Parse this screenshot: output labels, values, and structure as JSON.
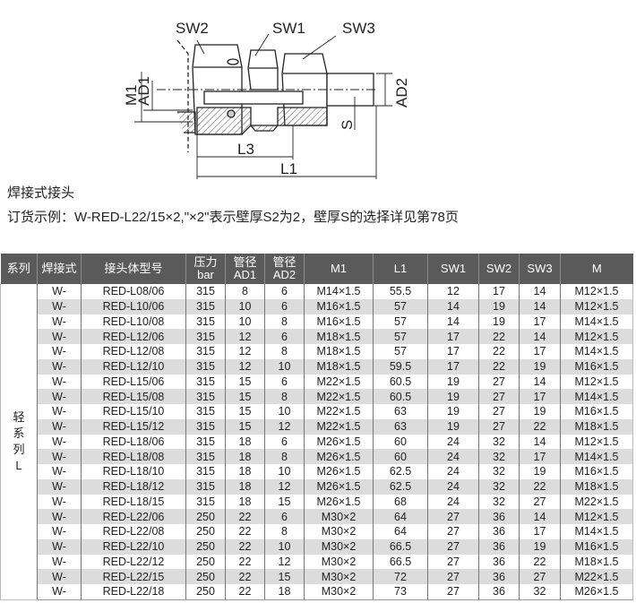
{
  "diagram": {
    "labels": {
      "sw1": "SW1",
      "sw2": "SW2",
      "sw3": "SW3",
      "m1": "M1",
      "ad1": "AD1",
      "ad2": "AD2",
      "s": "S",
      "l1": "L1",
      "l3": "L3"
    }
  },
  "title": "焊接式接头",
  "order_example": "订货示例：W-RED-L22/15×2,\"×2\"表示壁厚S2为2，壁厚S的选择详见第78页",
  "table": {
    "headers": {
      "series": "系列",
      "weld": "焊接式",
      "model": "接头体型号",
      "pressure_1": "压力",
      "pressure_2": "bar",
      "ad1_1": "管径",
      "ad1_2": "AD1",
      "ad2_1": "管径",
      "ad2_2": "AD2",
      "m1": "M1",
      "l1": "L1",
      "sw1": "SW1",
      "sw2": "SW2",
      "sw3": "SW3",
      "m": "M"
    },
    "series_label": [
      "轻",
      "系",
      "列",
      "L"
    ],
    "rows": [
      [
        "W-",
        "RED-L08/06",
        "315",
        "8",
        "6",
        "M14×1.5",
        "55.5",
        "12",
        "17",
        "14",
        "M12×1.5"
      ],
      [
        "W-",
        "RED-L10/06",
        "315",
        "10",
        "6",
        "M16×1.5",
        "57",
        "14",
        "19",
        "14",
        "M12×1.5"
      ],
      [
        "W-",
        "RED-L10/08",
        "315",
        "10",
        "8",
        "M16×1.5",
        "57",
        "14",
        "19",
        "17",
        "M14×1.5"
      ],
      [
        "W-",
        "RED-L12/06",
        "315",
        "12",
        "6",
        "M18×1.5",
        "57",
        "17",
        "22",
        "14",
        "M12×1.5"
      ],
      [
        "W-",
        "RED-L12/08",
        "315",
        "12",
        "8",
        "M18×1.5",
        "57",
        "17",
        "22",
        "17",
        "M14×1.5"
      ],
      [
        "W-",
        "RED-L12/10",
        "315",
        "12",
        "10",
        "M18×1.5",
        "59.5",
        "17",
        "22",
        "19",
        "M16×1.5"
      ],
      [
        "W-",
        "RED-L15/06",
        "315",
        "15",
        "6",
        "M22×1.5",
        "60.5",
        "19",
        "27",
        "14",
        "M12×1.5"
      ],
      [
        "W-",
        "RED-L15/08",
        "315",
        "15",
        "8",
        "M22×1.5",
        "60.5",
        "19",
        "27",
        "17",
        "M14×1.5"
      ],
      [
        "W-",
        "RED-L15/10",
        "315",
        "15",
        "10",
        "M22×1.5",
        "63",
        "19",
        "27",
        "19",
        "M16×1.5"
      ],
      [
        "W-",
        "RED-L15/12",
        "315",
        "15",
        "12",
        "M22×1.5",
        "63",
        "19",
        "27",
        "22",
        "M18×1.5"
      ],
      [
        "W-",
        "RED-L18/06",
        "315",
        "18",
        "6",
        "M26×1.5",
        "60",
        "24",
        "32",
        "14",
        "M12×1.5"
      ],
      [
        "W-",
        "RED-L18/08",
        "315",
        "18",
        "8",
        "M26×1.5",
        "60",
        "24",
        "32",
        "17",
        "M14×1.5"
      ],
      [
        "W-",
        "RED-L18/10",
        "315",
        "18",
        "10",
        "M26×1.5",
        "62.5",
        "24",
        "32",
        "19",
        "M16×1.5"
      ],
      [
        "W-",
        "RED-L18/12",
        "315",
        "18",
        "12",
        "M26×1.5",
        "62.5",
        "24",
        "32",
        "22",
        "M18×1.5"
      ],
      [
        "W-",
        "RED-L18/15",
        "315",
        "18",
        "15",
        "M26×1.5",
        "68",
        "24",
        "32",
        "27",
        "M22×1.5"
      ],
      [
        "W-",
        "RED-L22/06",
        "250",
        "22",
        "6",
        "M30×2",
        "64",
        "27",
        "36",
        "14",
        "M12×1.5"
      ],
      [
        "W-",
        "RED-L22/08",
        "250",
        "22",
        "8",
        "M30×2",
        "64",
        "27",
        "36",
        "17",
        "M14×1.5"
      ],
      [
        "W-",
        "RED-L22/10",
        "250",
        "22",
        "10",
        "M30×2",
        "66.5",
        "27",
        "36",
        "19",
        "M16×1.5"
      ],
      [
        "W-",
        "RED-L22/12",
        "250",
        "22",
        "12",
        "M30×2",
        "66.5",
        "27",
        "36",
        "22",
        "M18×1.5"
      ],
      [
        "W-",
        "RED-L22/15",
        "250",
        "22",
        "15",
        "M30×2",
        "72",
        "27",
        "36",
        "27",
        "M22×1.5"
      ],
      [
        "W-",
        "RED-L22/18",
        "250",
        "22",
        "18",
        "M30×2",
        "73",
        "27",
        "36",
        "32",
        "M26×1.5"
      ]
    ]
  }
}
